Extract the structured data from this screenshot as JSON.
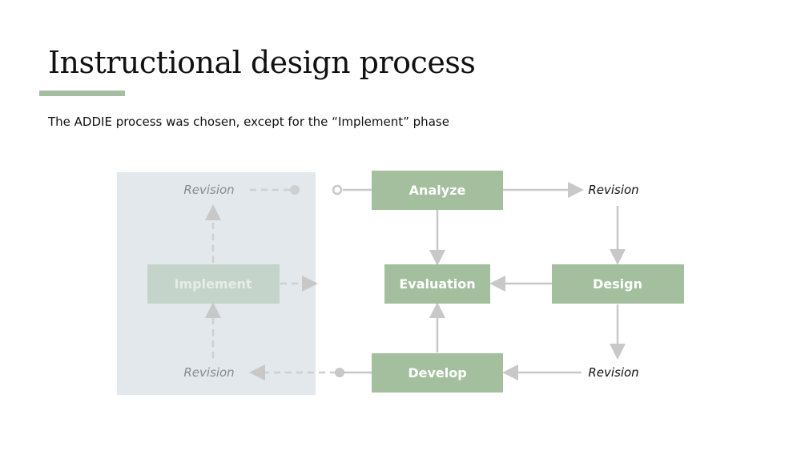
{
  "title": "Instructional design process",
  "subtitle": "The ADDIE process was chosen, except for the “Implement” phase",
  "nodes": {
    "analyze": "Analyze",
    "design": "Design",
    "develop": "Develop",
    "evaluation": "Evaluation",
    "implement": "Implement"
  },
  "revisions": {
    "top_left": "Revision",
    "top_right": "Revision",
    "bottom_left": "Revision",
    "bottom_right": "Revision"
  },
  "colors": {
    "accent": "#a6bea0",
    "box": "#a3bf9e",
    "faded_box": "#c5d4cb",
    "panel": "#e3e8ec",
    "arrow": "#c8c8c8"
  }
}
